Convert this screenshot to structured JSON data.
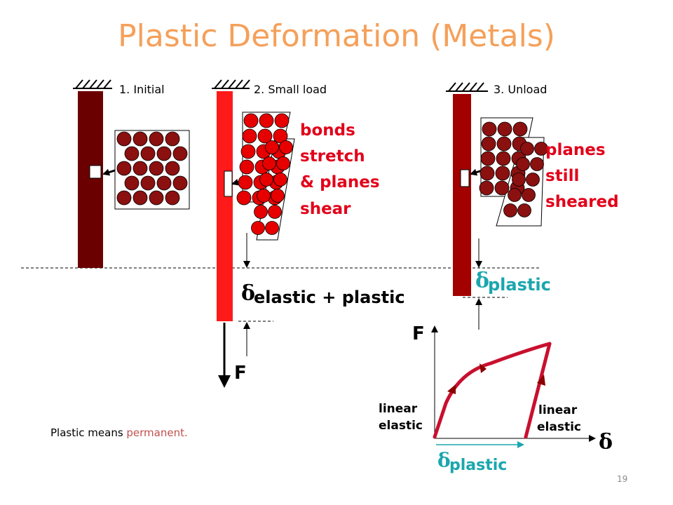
{
  "title": "Plastic Deformation (Metals)",
  "stages": {
    "s1": "1. Initial",
    "s2": "2. Small load",
    "s3": "3. Unload"
  },
  "annotations": {
    "bonds_l1": "bonds",
    "bonds_l2": "stretch",
    "bonds_l3": "& planes",
    "bonds_l4": "shear",
    "planes_l1": "planes",
    "planes_l2": "still",
    "planes_l3": "sheared"
  },
  "delta_symbol": "δ",
  "elastic_plastic": "elastic + plastic",
  "plastic_label": "plastic",
  "force_label": "F",
  "graph": {
    "y_label": "F",
    "x_symbol": "δ",
    "left_l1": "linear",
    "left_l2": "elastic",
    "right_l1": "linear",
    "right_l2": "elastic",
    "bottom_plastic": "plastic"
  },
  "note": {
    "prefix": "Plastic means ",
    "highlight": "permanent."
  },
  "page_number": "19",
  "colors": {
    "title": "#F5A05A",
    "bar_initial": "#6B0000",
    "bar_loaded": "#FF1A1A",
    "bar_unloaded": "#A30000",
    "atom_dark": "#8B1010",
    "atom_light": "#E60000",
    "annotation_red": "#E2001A",
    "teal": "#1BA6AE"
  }
}
